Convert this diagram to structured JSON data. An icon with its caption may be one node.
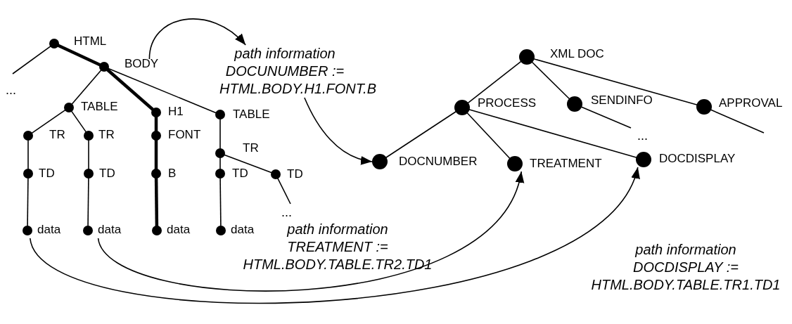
{
  "diagram": {
    "nodes": [
      {
        "text": [
          "HTML"
        ]
      },
      {
        "text": [
          "BODY"
        ]
      },
      {
        "text": [
          "TABLE"
        ]
      },
      {
        "text": [
          "H1"
        ]
      },
      {
        "text": [
          "TABLE"
        ]
      },
      {
        "text": [
          "TR"
        ]
      },
      {
        "text": [
          "TR"
        ]
      },
      {
        "text": [
          "FONT"
        ]
      },
      {
        "text": [
          "TR"
        ]
      },
      {
        "text": [
          "TD"
        ]
      },
      {
        "text": [
          "TD"
        ]
      },
      {
        "text": [
          "B"
        ]
      },
      {
        "text": [
          "TD"
        ]
      },
      {
        "text": [
          "TD"
        ]
      },
      {
        "text": [
          "data"
        ]
      },
      {
        "text": [
          "data"
        ]
      },
      {
        "text": [
          "data"
        ]
      },
      {
        "text": [
          "data"
        ]
      },
      {
        "text": [
          "path information DOCUNUMBER := HTML.BODY.H1.FONT.B"
        ]
      },
      {
        "text": [
          "XML DOC"
        ]
      },
      {
        "text": [
          "PROCESS"
        ]
      },
      {
        "text": [
          "SENDINFO"
        ]
      },
      {
        "text": [
          "APPROVAL"
        ]
      },
      {
        "text": [
          "DOCNUMBER"
        ]
      },
      {
        "text": [
          "TREATMENT"
        ]
      },
      {
        "text": [
          "DOCDISPLAY"
        ]
      }
    ],
    "edges": [
      {
        "from": 0,
        "to": 1,
        "arrow": "none",
        "style": "thick"
      },
      {
        "from": 0,
        "to": null,
        "arrow": "none"
      },
      {
        "from": 1,
        "to": 2,
        "arrow": "none"
      },
      {
        "from": 1,
        "to": 3,
        "arrow": "none",
        "style": "thick"
      },
      {
        "from": 1,
        "to": 4,
        "arrow": "none"
      },
      {
        "from": 2,
        "to": 5,
        "arrow": "none"
      },
      {
        "from": 2,
        "to": 6,
        "arrow": "none"
      },
      {
        "from": 3,
        "to": 7,
        "arrow": "none",
        "style": "thick"
      },
      {
        "from": 4,
        "to": 8,
        "arrow": "none"
      },
      {
        "from": 5,
        "to": 9,
        "arrow": "none"
      },
      {
        "from": 6,
        "to": 10,
        "arrow": "none"
      },
      {
        "from": 7,
        "to": 11,
        "arrow": "none",
        "style": "thick"
      },
      {
        "from": 8,
        "to": 12,
        "arrow": "none"
      },
      {
        "from": 8,
        "to": 13,
        "arrow": "none"
      },
      {
        "from": 9,
        "to": 14,
        "arrow": "none"
      },
      {
        "from": 10,
        "to": 15,
        "arrow": "none"
      },
      {
        "from": 11,
        "to": 16,
        "arrow": "none",
        "style": "thick"
      },
      {
        "from": 12,
        "to": 17,
        "arrow": "none"
      },
      {
        "from": 13,
        "to": null,
        "arrow": "none"
      },
      {
        "from": 19,
        "to": 20,
        "arrow": "none"
      },
      {
        "from": 19,
        "to": 21,
        "arrow": "none"
      },
      {
        "from": 19,
        "to": 22,
        "arrow": "none"
      },
      {
        "from": 20,
        "to": 23,
        "arrow": "none"
      },
      {
        "from": 20,
        "to": 24,
        "arrow": "none"
      },
      {
        "from": 20,
        "to": 25,
        "arrow": "none"
      },
      {
        "from": 21,
        "to": null,
        "arrow": "none"
      },
      {
        "from": 22,
        "to": null,
        "arrow": "none"
      },
      {
        "from": 1,
        "to": 18,
        "arrow": "to"
      },
      {
        "from": 18,
        "to": 23,
        "arrow": "to"
      },
      {
        "from": 15,
        "to": 24,
        "arrow": "to"
      },
      {
        "from": 14,
        "to": 25,
        "arrow": "to"
      }
    ],
    "labels": [
      "...",
      "...",
      "...",
      "path information TREATMENT := HTML.BODY.TABLE.TR2.TD1",
      "path information DOCDISPLAY := HTML.BODY.TABLE.TR1.TD1"
    ]
  }
}
